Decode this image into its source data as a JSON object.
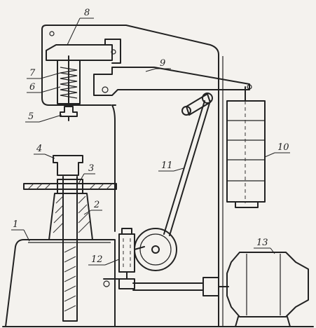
{
  "labels": {
    "l1": "1",
    "l2": "2",
    "l3": "3",
    "l4": "4",
    "l5": "5",
    "l6": "6",
    "l7": "7",
    "l8": "8",
    "l9": "9",
    "l10": "10",
    "l11": "11",
    "l12": "12",
    "l13": "13"
  },
  "colors": {
    "ink": "#222222",
    "paper": "#f4f2ee"
  }
}
